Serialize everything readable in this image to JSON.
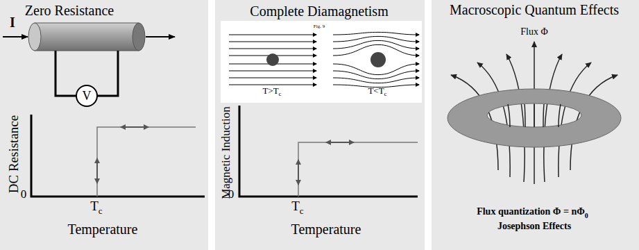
{
  "diagram": {
    "nodes": [
      {
        "text": [
          "Zero Resistance"
        ]
      },
      {
        "text": [
          "Complete Diamagnetism"
        ]
      },
      {
        "text": [
          "Macroscopic Quantum Effects"
        ]
      },
      {
        "text": [
          "V"
        ],
        "in": 0
      }
    ],
    "labels": [
      "I",
      "DC Resistance",
      "0",
      "T",
      "c",
      "Temperature",
      "Fig. 9",
      "T>T",
      "c",
      "T<T",
      "c",
      "Magnetic Induction",
      "0",
      "T",
      "c",
      "Temperature",
      "Flux Φ",
      "Flux quantization Φ = nΦ",
      "0",
      "Josephson Effects"
    ]
  }
}
